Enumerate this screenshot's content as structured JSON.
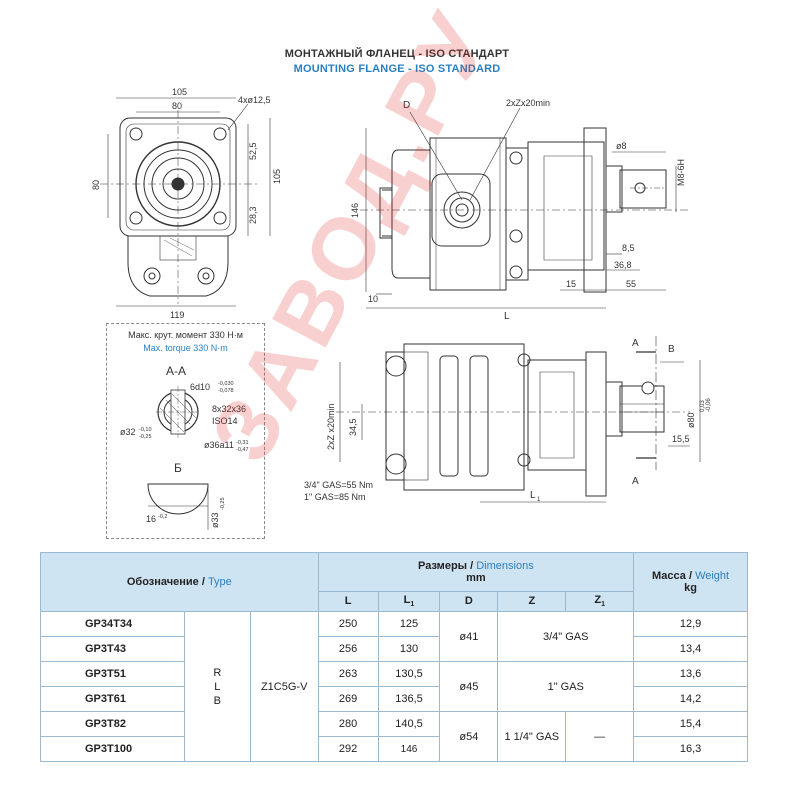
{
  "header": {
    "title_ru": "МОНТАЖНЫЙ ФЛАНЕЦ - ISO СТАНДАРТ",
    "title_en": "MOUNTING FLANGE - ISO STANDARD"
  },
  "front_view": {
    "dims": [
      "105",
      "80",
      "4xø12,5",
      "52,5",
      "80",
      "105",
      "28,3",
      "119"
    ]
  },
  "side_view": {
    "labels": [
      "D",
      "2xZx20min",
      "ø8",
      "M8-6H",
      "146",
      "8,5",
      "36,8",
      "10",
      "15",
      "55",
      "L"
    ]
  },
  "top_view": {
    "labels": [
      "A",
      "B",
      "2xZ x20min",
      "34,5",
      "ø80",
      "0,03",
      "-0,06",
      "15,5",
      "3/4\" GAS=55 Nm",
      "1\" GAS=85 Nm",
      "L",
      "1",
      "A"
    ]
  },
  "torque_box": {
    "line_ru": "Макс. крут. момент 330 Н·м",
    "line_en": "Max. torque 330 N·m",
    "section_title": "A-A",
    "labels": [
      "6d10",
      "-0,030",
      "-0,078",
      "8x32x36",
      "ISO14",
      "ø32",
      "-0,10",
      "-0,25",
      "ø36a11",
      "-0,31",
      "-0,47",
      "Б",
      "16",
      "-0,2",
      "ø33",
      "-0,25"
    ]
  },
  "watermark": "ЗАВОД.РУ",
  "table": {
    "col_type_ru": "Обозначение",
    "col_type_en": "Type",
    "col_dims_ru": "Размеры",
    "col_dims_en": "Dimensions",
    "col_dims_unit": "mm",
    "col_weight_ru": "Масса",
    "col_weight_en": "Weight",
    "col_weight_unit": "kg",
    "sub_headers": [
      "L",
      "L",
      "D",
      "Z",
      "Z"
    ],
    "sub_subscripts": [
      "",
      "1",
      "",
      "",
      "1"
    ],
    "rotation": "R\nL\nB",
    "rotation_lines": [
      "R",
      "L",
      "B"
    ],
    "code": "Z1C5G-V",
    "rows": [
      {
        "type": "GP34T34",
        "L": "250",
        "L1": "125",
        "weight": "12,9"
      },
      {
        "type": "GP3T43",
        "L": "256",
        "L1": "130",
        "weight": "13,4"
      },
      {
        "type": "GP3T51",
        "L": "263",
        "L1": "130,5",
        "weight": "13,6"
      },
      {
        "type": "GP3T61",
        "L": "269",
        "L1": "136,5",
        "weight": "14,2"
      },
      {
        "type": "GP3T82",
        "L": "280",
        "L1": "140,5",
        "weight": "15,4"
      },
      {
        "type": "GP3T100",
        "L": "292",
        "L1": "146",
        "weight": "16,3"
      }
    ],
    "D_groups": [
      "ø41",
      "ø45",
      "ø54"
    ],
    "Z_groups": [
      "3/4\" GAS",
      "1\" GAS",
      "1 1/4\" GAS"
    ],
    "Z1_last": "—"
  }
}
